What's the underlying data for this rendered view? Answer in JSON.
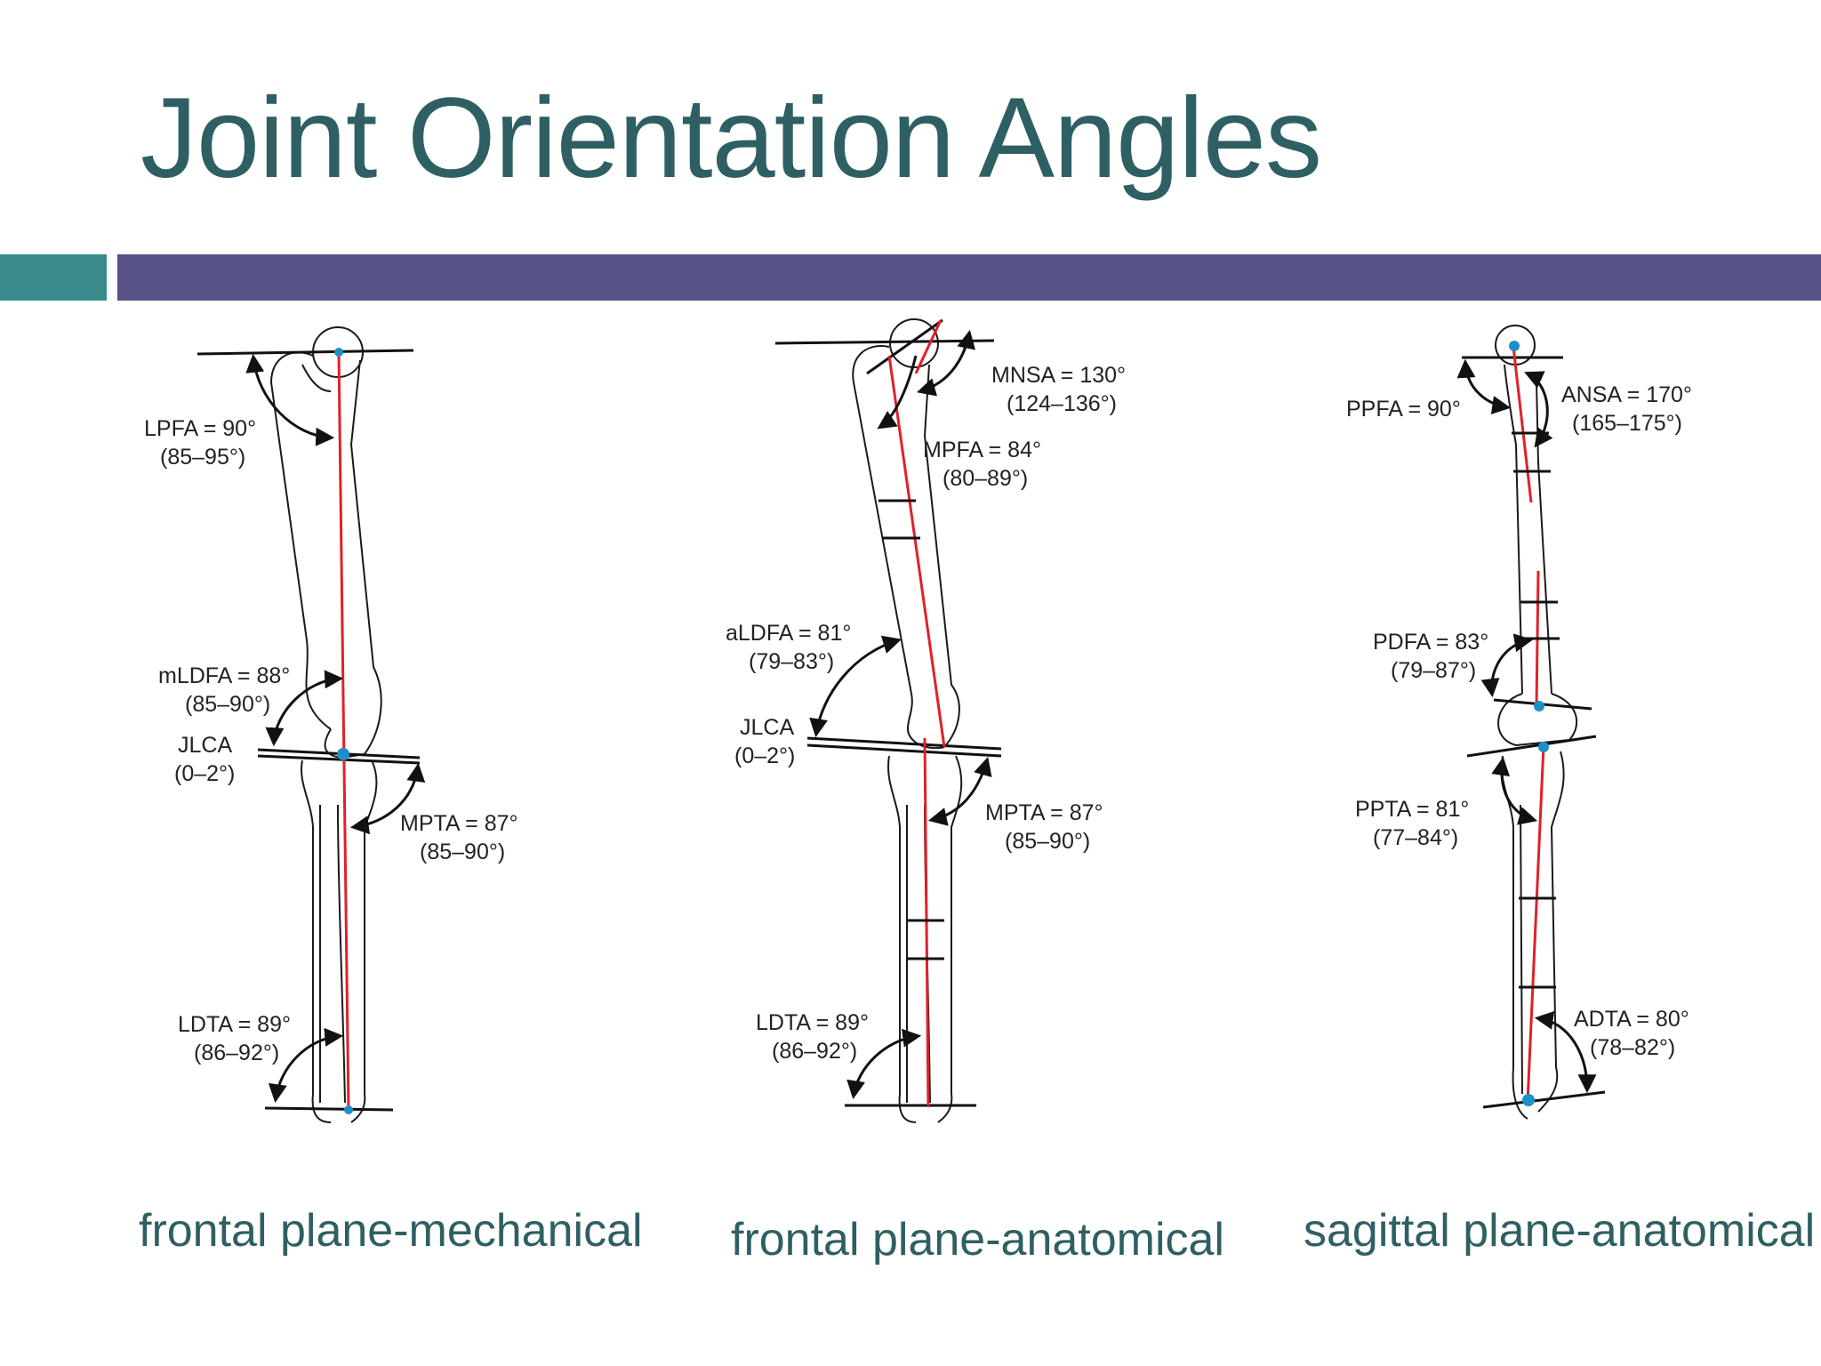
{
  "title": "Joint Orientation Angles",
  "colors": {
    "title": "#2e5f63",
    "teal_block": "#3b8a8a",
    "purple_bar": "#575286",
    "axis": "#e0202a",
    "point": "#1f8fc8"
  },
  "panels": [
    {
      "caption": "frontal plane-mechanical",
      "labels": [
        {
          "name": "LPFA = 90°",
          "range": "(85–95°)"
        },
        {
          "name": "mLDFA = 88°",
          "range": "(85–90°)"
        },
        {
          "name": "JLCA",
          "range": "(0–2°)"
        },
        {
          "name": "MPTA = 87°",
          "range": "(85–90°)"
        },
        {
          "name": "LDTA = 89°",
          "range": "(86–92°)"
        }
      ]
    },
    {
      "caption": "frontal plane-anatomical",
      "labels": [
        {
          "name": "MNSA = 130°",
          "range": "(124–136°)"
        },
        {
          "name": "MPFA = 84°",
          "range": "(80–89°)"
        },
        {
          "name": "aLDFA = 81°",
          "range": "(79–83°)"
        },
        {
          "name": "JLCA",
          "range": "(0–2°)"
        },
        {
          "name": "MPTA = 87°",
          "range": "(85–90°)"
        },
        {
          "name": "LDTA = 89°",
          "range": "(86–92°)"
        }
      ]
    },
    {
      "caption": "sagittal plane-anatomical",
      "labels": [
        {
          "name": "PPFA = 90°",
          "range": ""
        },
        {
          "name": "ANSA = 170°",
          "range": "(165–175°)"
        },
        {
          "name": "PDFA = 83°",
          "range": "(79–87°)"
        },
        {
          "name": "PPTA = 81°",
          "range": "(77–84°)"
        },
        {
          "name": "ADTA = 80°",
          "range": "(78–82°)"
        }
      ]
    }
  ]
}
